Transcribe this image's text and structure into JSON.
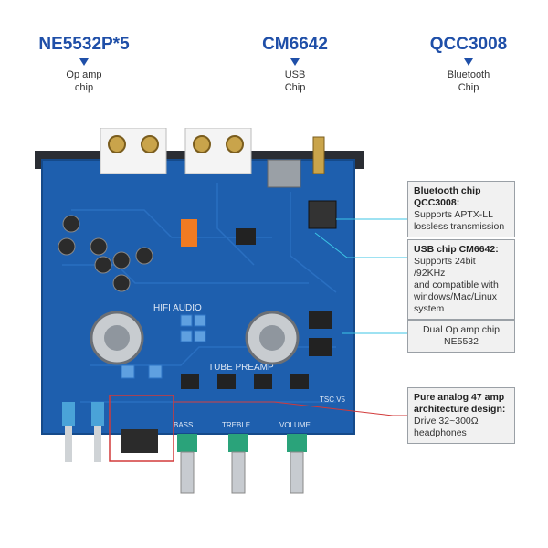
{
  "top_labels": [
    {
      "title": "NE5532P*5",
      "subtitle_lines": [
        "Op amp",
        "chip"
      ]
    },
    {
      "title": "CM6642",
      "subtitle_lines": [
        "USB",
        "Chip"
      ]
    },
    {
      "title": "QCC3008",
      "subtitle_lines": [
        "Bluetooth",
        "Chip"
      ]
    }
  ],
  "board": {
    "silkscreen_hifi": "HIFI AUDIO",
    "silkscreen_tube": "TUBE PREAMP",
    "knob_labels": [
      "BASS",
      "TREBLE",
      "VOLUME"
    ],
    "brand_mark": "TSC V5"
  },
  "callouts": [
    {
      "title_lines": [
        "Bluetooth chip",
        "QCC3008:"
      ],
      "body_lines": [
        "Supports APTX-LL",
        "lossless transmission"
      ]
    },
    {
      "title_lines": [
        "USB chip CM6642:"
      ],
      "body_lines": [
        "Supports 24bit /92KHz",
        "and compatible with",
        "windows/Mac/Linux",
        "system"
      ]
    },
    {
      "title_lines": [],
      "body_lines": [
        "Dual Op amp chip",
        "NE5532"
      ]
    },
    {
      "title_lines": [
        "Pure analog 47 amp",
        "architecture design:"
      ],
      "body_lines": [
        "Drive 32~300Ω",
        "headphones"
      ]
    }
  ],
  "colors": {
    "accent": "#1f4fa8",
    "pcb": "#1e5fae",
    "leader_cyan": "#3cc6e6",
    "leader_red": "#d23a3a"
  }
}
